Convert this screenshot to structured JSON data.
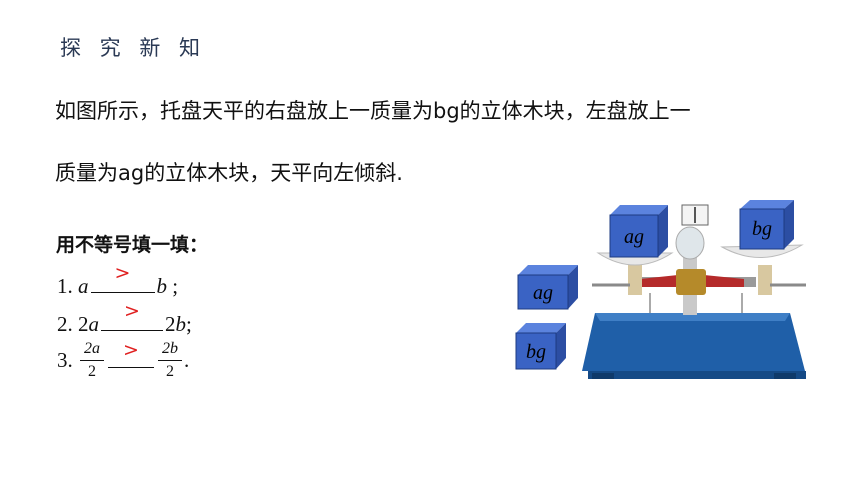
{
  "header": {
    "title": "探 究 新 知"
  },
  "problem": {
    "line1": "如图所示，托盘天平的右盘放上一质量为bg的立体木块，左盘放上一",
    "line2": "质量为ag的立体木块，天平向左倾斜."
  },
  "exercise": {
    "instruction": "用不等号填一填：",
    "q1": {
      "num": "1.",
      "left": "a",
      "answer": ">",
      "right": "b",
      "tail": ";"
    },
    "q2": {
      "num": "2.",
      "left_coef": "2",
      "left_var": "a",
      "answer": ">",
      "right_coef": "2",
      "right_var": "b",
      "tail": ";"
    },
    "q3": {
      "num": "3.",
      "left_num": "2a",
      "left_den": "2",
      "answer": ">",
      "right_num": "2b",
      "right_den": "2",
      "tail": "."
    }
  },
  "figure": {
    "blocks": [
      {
        "label": "ag"
      },
      {
        "label": "bg"
      },
      {
        "label": "ag"
      },
      {
        "label": "bg"
      }
    ],
    "colors": {
      "block_front": "#3a63c4",
      "block_top": "#5b83de",
      "block_side": "#2c4ea3",
      "base": "#1f5fa8",
      "answer": "#e02020"
    }
  }
}
